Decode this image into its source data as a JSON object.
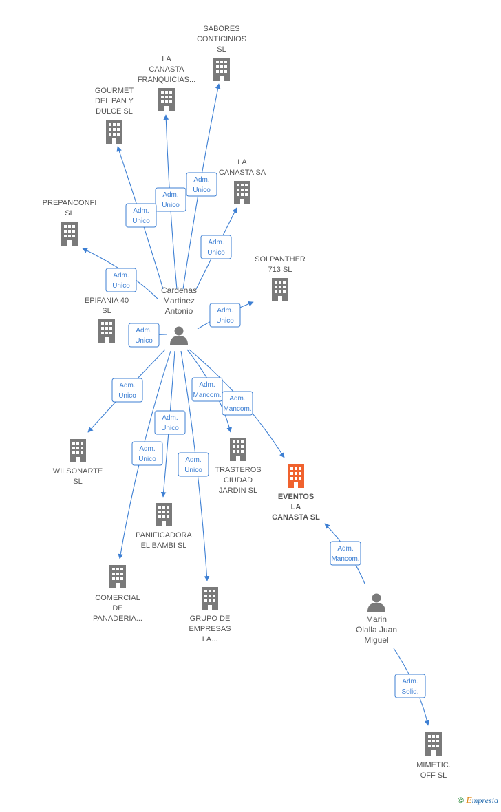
{
  "people": [
    {
      "id": "cardenas",
      "lines": [
        "Cardenas",
        "Martinez",
        "Antonio"
      ]
    },
    {
      "id": "marin",
      "lines": [
        "Marin",
        "Olalla Juan",
        "Miguel"
      ]
    }
  ],
  "companies": [
    {
      "id": "sabores",
      "lines": [
        "SABORES",
        "CONTICINIOS",
        "SL"
      ]
    },
    {
      "id": "lacanastafranq",
      "lines": [
        "LA",
        "CANASTA",
        "FRANQUICIAS..."
      ]
    },
    {
      "id": "gourmet",
      "lines": [
        "GOURMET",
        "DEL PAN Y",
        "DULCE SL"
      ]
    },
    {
      "id": "lacanastasa",
      "lines": [
        "LA",
        "CANASTA SA"
      ]
    },
    {
      "id": "prepanconfi",
      "lines": [
        "PREPANCONFI",
        "SL"
      ]
    },
    {
      "id": "solpanther",
      "lines": [
        "SOLPANTHER",
        "713  SL"
      ]
    },
    {
      "id": "epifania",
      "lines": [
        "EPIFANIA 40",
        "SL"
      ]
    },
    {
      "id": "wilsonarte",
      "lines": [
        "WILSONARTE",
        "SL"
      ]
    },
    {
      "id": "trasteros",
      "lines": [
        "TRASTEROS",
        "CIUDAD",
        "JARDIN  SL"
      ]
    },
    {
      "id": "eventos",
      "lines": [
        "EVENTOS",
        "LA",
        "CANASTA  SL"
      ],
      "focus": true
    },
    {
      "id": "panificadora",
      "lines": [
        "PANIFICADORA",
        "EL BAMBI SL"
      ]
    },
    {
      "id": "comercial",
      "lines": [
        "COMERCIAL",
        "DE",
        "PANADERIA..."
      ]
    },
    {
      "id": "grupo",
      "lines": [
        "GRUPO DE",
        "EMPRESAS",
        "LA..."
      ]
    },
    {
      "id": "mimetic",
      "lines": [
        "MIMETIC.",
        "OFF SL"
      ]
    }
  ],
  "relations": [
    {
      "from": "cardenas",
      "to": "sabores",
      "lines": [
        "Adm.",
        "Unico"
      ]
    },
    {
      "from": "cardenas",
      "to": "lacanastafranq",
      "lines": [
        "Adm.",
        "Unico"
      ]
    },
    {
      "from": "cardenas",
      "to": "gourmet",
      "lines": [
        "Adm.",
        "Unico"
      ]
    },
    {
      "from": "cardenas",
      "to": "lacanastasa",
      "lines": [
        "Adm.",
        "Unico"
      ]
    },
    {
      "from": "cardenas",
      "to": "prepanconfi",
      "lines": [
        "Adm.",
        "Unico"
      ]
    },
    {
      "from": "cardenas",
      "to": "solpanther",
      "lines": [
        "Adm.",
        "Unico"
      ]
    },
    {
      "from": "cardenas",
      "to": "epifania",
      "lines": [
        "Adm.",
        "Unico"
      ]
    },
    {
      "from": "cardenas",
      "to": "wilsonarte",
      "lines": [
        "Adm.",
        "Unico"
      ]
    },
    {
      "from": "cardenas",
      "to": "trasteros",
      "lines": [
        "Adm.",
        "Mancom."
      ]
    },
    {
      "from": "cardenas",
      "to": "eventos",
      "lines": [
        "Adm.",
        "Mancom."
      ]
    },
    {
      "from": "cardenas",
      "to": "panificadora",
      "lines": [
        "Adm.",
        "Unico"
      ]
    },
    {
      "from": "cardenas",
      "to": "comercial",
      "lines": [
        "Adm.",
        "Unico"
      ]
    },
    {
      "from": "cardenas",
      "to": "grupo",
      "lines": [
        "Adm.",
        "Unico"
      ]
    },
    {
      "from": "marin",
      "to": "eventos",
      "lines": [
        "Adm.",
        "Mancom."
      ]
    },
    {
      "from": "marin",
      "to": "mimetic",
      "lines": [
        "Adm.",
        "Solid."
      ]
    }
  ],
  "colors": {
    "edge": "#3d7fd3",
    "building": "#7a7a7a",
    "focus_building": "#f0622e",
    "person": "#7a7a7a"
  },
  "watermark": {
    "symbol": "©",
    "initial": "E",
    "rest": "mpresia"
  }
}
